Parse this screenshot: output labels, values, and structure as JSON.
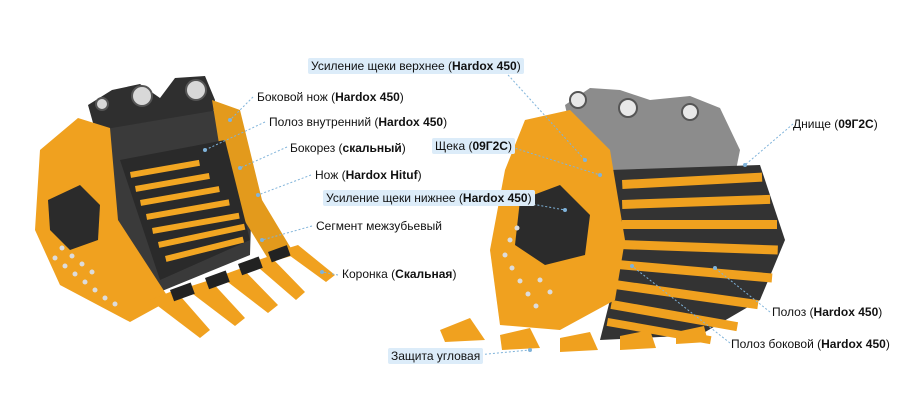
{
  "labels": {
    "side_knife": {
      "text": "Боковой нож (",
      "mat": "Hardox 450",
      "end": ")"
    },
    "inner_strip": {
      "text": "Полоз внутренний (",
      "mat": "Hardox 450",
      "end": ")"
    },
    "side_cutter": {
      "text": "Бокорез (",
      "mat": "скальный",
      "end": ")"
    },
    "knife": {
      "text": "Нож (",
      "mat": "Hardox Hituf",
      "end": ")"
    },
    "segment": {
      "text": "Сегмент межзубьевый"
    },
    "crown": {
      "text": "Коронка (",
      "mat": "Скальная",
      "end": ")"
    },
    "upper_cheek": {
      "text": "Усиление щеки верхнее (",
      "mat": "Hardox 450",
      "end": ")"
    },
    "cheek": {
      "text": "Щека (",
      "mat": "09Г2С",
      "end": ")"
    },
    "lower_cheek": {
      "text": "Усиление щеки нижнее (",
      "mat": "Hardox 450",
      "end": ")"
    },
    "bottom": {
      "text": "Днище (",
      "mat": "09Г2С",
      "end": ")"
    },
    "runner": {
      "text": "Полоз (",
      "mat": "Hardox 450",
      "end": ")"
    },
    "side_runner": {
      "text": "Полоз боковой (",
      "mat": "Hardox 450",
      "end": ")"
    },
    "corner_guard": {
      "text": "Защита угловая"
    }
  },
  "colors": {
    "body_orange": "#f0a11f",
    "dark_orange": "#c97c12",
    "steel_dark": "#2b2b2b",
    "steel_gray": "#8a8a8a",
    "highlight_bg": "#dcecf9",
    "leader": "#7fb3da"
  }
}
